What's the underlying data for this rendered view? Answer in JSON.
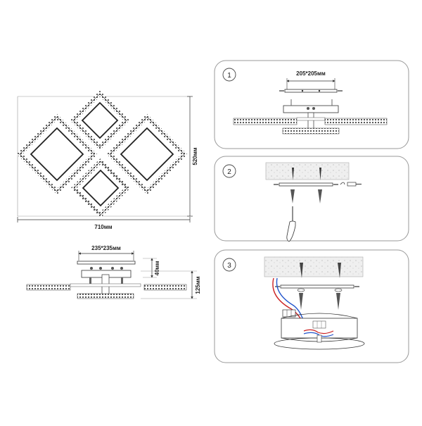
{
  "main_view": {
    "width_label": "710мм",
    "height_label": "520мм"
  },
  "side_view": {
    "base_label": "235*235мм",
    "base_height_label": "40мм",
    "total_height_label": "125мм"
  },
  "steps": [
    {
      "number": "1",
      "dimension_label": "205*205мм"
    },
    {
      "number": "2"
    },
    {
      "number": "3"
    }
  ],
  "colors": {
    "line": "#333333",
    "frame": "#999999",
    "wire_red": "#cc2222",
    "wire_blue": "#2255cc",
    "ceiling_fill": "#eeeeee"
  }
}
